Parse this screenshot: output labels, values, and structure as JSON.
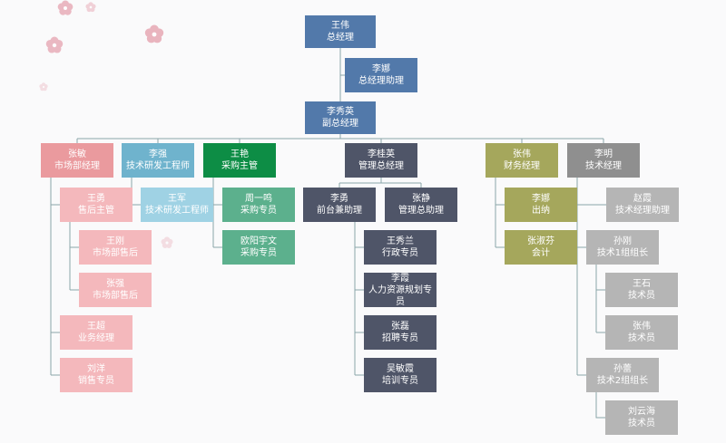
{
  "colors": {
    "line": "#8aa5a8",
    "ceo": "#5279aa",
    "gm": "#4f5568",
    "marketing": "#ea9a9e",
    "marketing_sub": "#f4b8bc",
    "tech_rd": "#6fb3cd",
    "tech_rd_sub": "#9fd2e4",
    "purchase": "#0d8d45",
    "purchase_sub": "#5cb08d",
    "finance": "#a5a75c",
    "tech": "#8f8f8f",
    "tech_sub": "#b5b5b5",
    "blossom": "#e7a8b4"
  },
  "nodes": {
    "ceo": {
      "name": "王伟",
      "title": "总经理"
    },
    "ceo_asst": {
      "name": "李娜",
      "title": "总经理助理"
    },
    "vp": {
      "name": "李秀英",
      "title": "副总经理"
    },
    "mkt_mgr": {
      "name": "张敏",
      "title": "市场部经理"
    },
    "mkt_aftersales_head": {
      "name": "王勇",
      "title": "售后主管"
    },
    "mkt_aftersales_1": {
      "name": "王刚",
      "title": "市场部售后"
    },
    "mkt_aftersales_2": {
      "name": "张强",
      "title": "市场部售后"
    },
    "mkt_biz_mgr": {
      "name": "王超",
      "title": "业务经理"
    },
    "mkt_sales": {
      "name": "刘洋",
      "title": "销售专员"
    },
    "rd_eng": {
      "name": "李强",
      "title": "技术研发工程师"
    },
    "rd_eng_2": {
      "name": "王军",
      "title": "技术研发工程师"
    },
    "pur_head": {
      "name": "王艳",
      "title": "采购主管"
    },
    "pur_staff_1": {
      "name": "周一鸣",
      "title": "采购专员"
    },
    "pur_staff_2": {
      "name": "欧阳宇文",
      "title": "采购专员"
    },
    "gm_mgr": {
      "name": "李桂英",
      "title": "管理总经理"
    },
    "front_desk": {
      "name": "李勇",
      "title": "前台兼助理"
    },
    "gm_asst": {
      "name": "张静",
      "title": "管理总助理"
    },
    "admin": {
      "name": "王秀兰",
      "title": "行政专员"
    },
    "hr_plan": {
      "name": "李霞",
      "title": "人力资源规划专员"
    },
    "recruit": {
      "name": "张磊",
      "title": "招聘专员"
    },
    "training": {
      "name": "吴敏霞",
      "title": "培训专员"
    },
    "fin_mgr": {
      "name": "张伟",
      "title": "财务经理"
    },
    "cashier": {
      "name": "李娜",
      "title": "出纳"
    },
    "accountant": {
      "name": "张淑芬",
      "title": "会计"
    },
    "tech_mgr": {
      "name": "李明",
      "title": "技术经理"
    },
    "tech_asst": {
      "name": "赵霞",
      "title": "技术经理助理"
    },
    "tech_lead_1": {
      "name": "孙刚",
      "title": "技术1组组长"
    },
    "tech_1a": {
      "name": "王石",
      "title": "技术员"
    },
    "tech_1b": {
      "name": "张伟",
      "title": "技术员"
    },
    "tech_lead_2": {
      "name": "孙蕾",
      "title": "技术2组组长"
    },
    "tech_2a": {
      "name": "刘云海",
      "title": "技术员"
    }
  }
}
